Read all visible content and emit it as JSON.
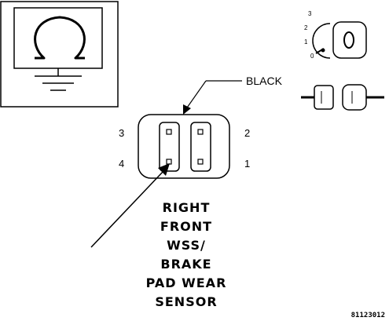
{
  "ohmmeter": {
    "symbol": "Ω"
  },
  "connector": {
    "color_label": "BLACK",
    "pins": [
      "3",
      "2",
      "4",
      "1"
    ]
  },
  "ignition_key": {
    "positions": [
      "3",
      "2",
      "1",
      "0"
    ]
  },
  "caption": [
    "RIGHT",
    "FRONT",
    "WSS/",
    "BRAKE",
    "PAD WEAR",
    "SENSOR"
  ],
  "figure_id": "81123012"
}
